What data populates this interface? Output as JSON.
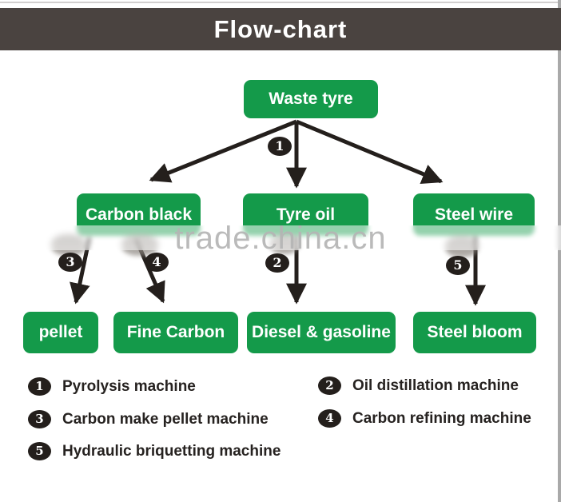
{
  "title": "Flow-chart",
  "watermark": "trade.china.cn",
  "colors": {
    "node_green": "#149a4a",
    "banner_gray": "#4a4340",
    "arrow_black": "#241f1c",
    "watermark_gray": "#b5b5b5"
  },
  "nodes": {
    "waste_tyre": "Waste tyre",
    "carbon_black": "Carbon black",
    "tyre_oil": "Tyre oil",
    "steel_wire": "Steel wire",
    "pellet": "pellet",
    "fine_carbon": "Fine Carbon",
    "diesel_gasoline": "Diesel & gasoline",
    "steel_bloom": "Steel bloom"
  },
  "markers": {
    "m1": "1",
    "m2": "2",
    "m3": "3",
    "m4": "4",
    "m5": "5"
  },
  "legend": {
    "left": [
      {
        "num": "1",
        "label": "Pyrolysis machine"
      },
      {
        "num": "3",
        "label": "Carbon make pellet machine"
      },
      {
        "num": "5",
        "label": "Hydraulic briquetting machine"
      }
    ],
    "right": [
      {
        "num": "2",
        "label": "Oil distillation machine"
      },
      {
        "num": "4",
        "label": "Carbon refining machine"
      }
    ]
  }
}
